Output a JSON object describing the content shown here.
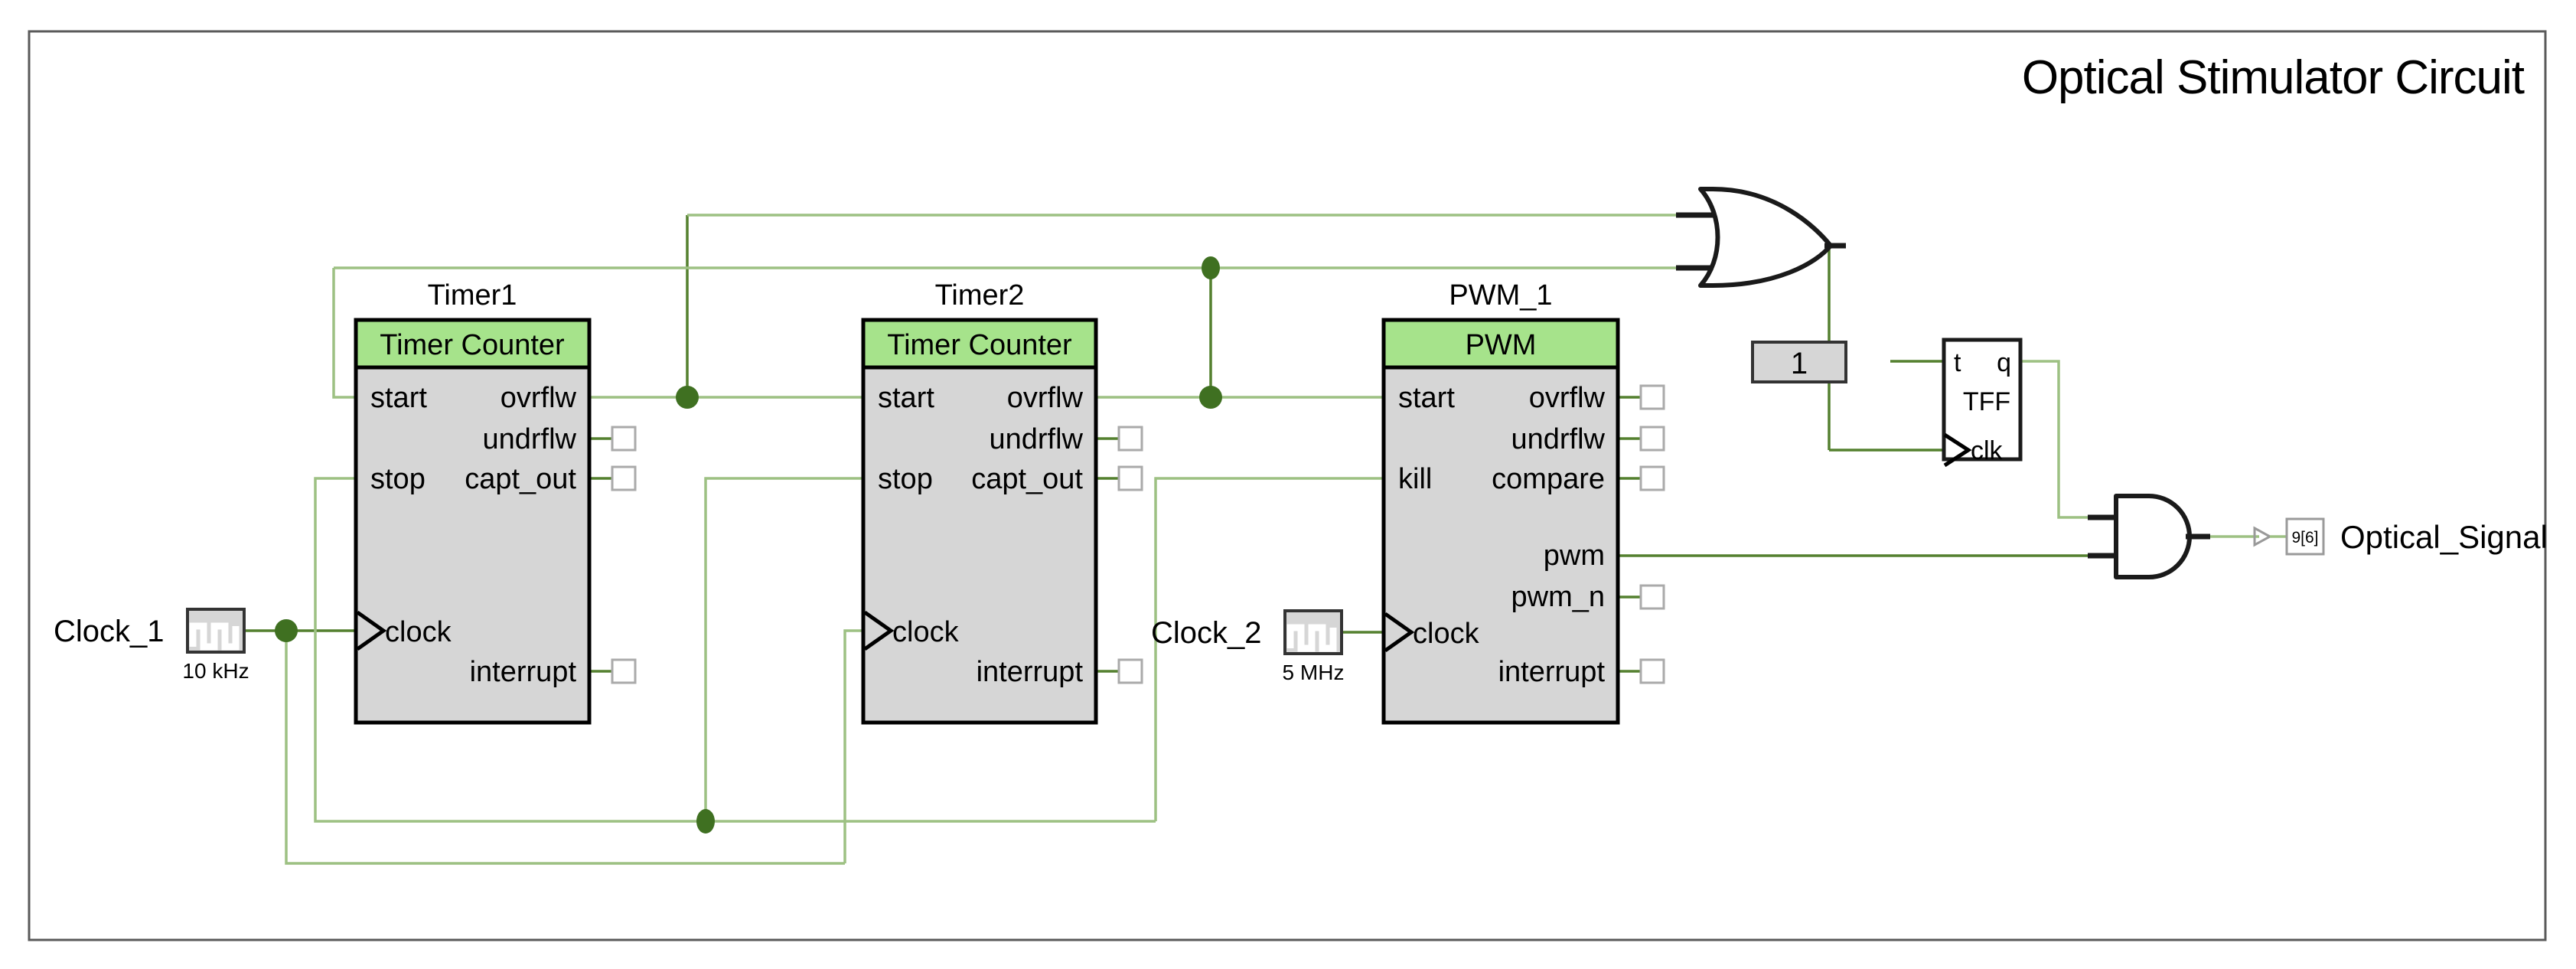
{
  "sheet": {
    "title": "Optical Stimulator Circuit",
    "border_color": "#5a5a5a",
    "background": "#ffffff"
  },
  "palette": {
    "wire": "#9dc183",
    "wire_dark": "#54802f",
    "junction": "#3f7021",
    "block_header": "#a6e38b",
    "block_body": "#d6d6d6",
    "outline": "#000000"
  },
  "blocks": [
    {
      "id": "timer1",
      "instance_name": "Timer1",
      "header": "Timer Counter",
      "inputs": [
        "start",
        "stop",
        "clock"
      ],
      "outputs": [
        "ovrflw",
        "undrflw",
        "capt_out",
        "interrupt"
      ],
      "clock_pin": "clock"
    },
    {
      "id": "timer2",
      "instance_name": "Timer2",
      "header": "Timer Counter",
      "inputs": [
        "start",
        "stop",
        "clock"
      ],
      "outputs": [
        "ovrflw",
        "undrflw",
        "capt_out",
        "interrupt"
      ],
      "clock_pin": "clock"
    },
    {
      "id": "pwm1",
      "instance_name": "PWM_1",
      "header": "PWM",
      "inputs": [
        "start",
        "kill",
        "clock"
      ],
      "outputs": [
        "ovrflw",
        "undrflw",
        "compare",
        "pwm",
        "pwm_n",
        "interrupt"
      ],
      "clock_pin": "clock"
    }
  ],
  "tff": {
    "id": "tff1",
    "label": "TFF",
    "input_t": "t",
    "output_q": "q",
    "clock_pin": "clk"
  },
  "constant": {
    "id": "const1",
    "value": "1"
  },
  "clocks": [
    {
      "id": "clock1",
      "name": "Clock_1",
      "frequency": "10 kHz",
      "icon": "clock-waveform-icon"
    },
    {
      "id": "clock2",
      "name": "Clock_2",
      "frequency": "5 MHz",
      "icon": "clock-waveform-icon"
    }
  ],
  "gates": [
    {
      "id": "or1",
      "type": "OR",
      "inputs": 2,
      "outputs": 1
    },
    {
      "id": "and1",
      "type": "AND",
      "inputs": 2,
      "outputs": 1
    }
  ],
  "outputs": [
    {
      "id": "optical_signal",
      "name": "Optical_Signal",
      "pin_marker": "9[6]"
    }
  ],
  "labels": {
    "timer1_name": "Timer1",
    "timer1_header": "Timer Counter",
    "timer2_name": "Timer2",
    "timer2_header": "Timer Counter",
    "pwm1_name": "PWM_1",
    "pwm1_header": "PWM",
    "pin_start": "start",
    "pin_stop": "stop",
    "pin_kill": "kill",
    "pin_clock": "clock",
    "pin_ovrflw": "ovrflw",
    "pin_undrflw": "undrflw",
    "pin_capt_out": "capt_out",
    "pin_compare": "compare",
    "pin_pwm": "pwm",
    "pin_pwm_n": "pwm_n",
    "pin_interrupt": "interrupt",
    "tff_label": "TFF",
    "tff_t": "t",
    "tff_q": "q",
    "tff_clk": "clk",
    "const_one": "1",
    "clock1_name": "Clock_1",
    "clock1_freq": "10 kHz",
    "clock2_name": "Clock_2",
    "clock2_freq": "5 MHz",
    "optical_signal": "Optical_Signal",
    "optical_pin_marker": "9[6]"
  },
  "nets": [
    {
      "from": "Clock_1",
      "to": "Timer1.clock"
    },
    {
      "from": "Clock_1",
      "to": "Timer2.clock"
    },
    {
      "from": "Clock_2",
      "to": "PWM_1.clock"
    },
    {
      "from": "Timer1.ovrflw",
      "to": "Timer2.start"
    },
    {
      "from": "Timer1.ovrflw",
      "to": "OR.in1"
    },
    {
      "from": "Timer2.ovrflw",
      "to": "PWM_1.start"
    },
    {
      "from": "Timer2.ovrflw",
      "to": "OR.in2"
    },
    {
      "from": "Timer1.stop",
      "to": "Timer2.stop"
    },
    {
      "from": "Timer2.stop",
      "to": "PWM_1.kill"
    },
    {
      "from": "OR.out",
      "to": "TFF.clk"
    },
    {
      "from": "const1",
      "to": "TFF.t"
    },
    {
      "from": "TFF.q",
      "to": "AND.in1"
    },
    {
      "from": "PWM_1.pwm",
      "to": "AND.in2"
    },
    {
      "from": "AND.out",
      "to": "Optical_Signal"
    }
  ]
}
